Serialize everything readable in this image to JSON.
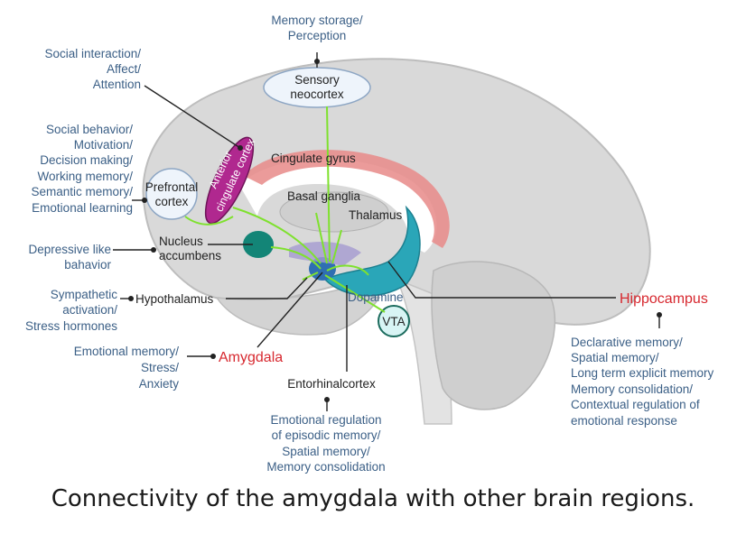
{
  "caption": "Connectivity of the amygdala with other brain regions.",
  "regions": {
    "sensory_neocortex": [
      "Sensory",
      "neocortex"
    ],
    "prefrontal_cortex": [
      "Prefrontal",
      "cortex"
    ],
    "anterior_cingulate_cortex": [
      "Anterior",
      "cingulate cortex"
    ],
    "cingulate_gyrus": "Cingulate gyrus",
    "basal_ganglia": "Basal ganglia",
    "thalamus": "Thalamus",
    "nucleus_accumbens": [
      "Nucleus",
      "accumbens"
    ],
    "hypothalamus": "Hypothalamus",
    "amygdala": "Amygdala",
    "dopamine": "Dopamine",
    "vta": "VTA",
    "entorhinal_cortex": "Entorhinalcortex",
    "hippocampus": "Hippocampus"
  },
  "functions": {
    "sensory_neocortex": [
      "Memory storage/",
      "Perception"
    ],
    "anterior_cingulate": [
      "Social interaction/",
      "Affect/",
      "Attention"
    ],
    "prefrontal": [
      "Social behavior/",
      "Motivation/",
      "Decision making/",
      "Working memory/",
      "Semantic memory/",
      "Emotional learning"
    ],
    "nucleus_accumbens": [
      "Depressive like",
      "bahavior"
    ],
    "hypothalamus": [
      "Sympathetic",
      "activation/",
      "Stress hormones"
    ],
    "amygdala": [
      "Emotional memory/",
      "Stress/",
      "Anxiety"
    ],
    "entorhinal": [
      "Emotional regulation",
      "of episodic memory/",
      "Spatial memory/",
      "Memory consolidation"
    ],
    "hippocampus": [
      "Declarative memory/",
      "Spatial memory/",
      "Long term explicit memory",
      "Memory consolidation/",
      "Contextual regulation of",
      "emotional response"
    ]
  },
  "colors": {
    "function_text": "#3b5f86",
    "highlight_red": "#d7282f",
    "connection_green": "#7fe12e",
    "acc_magenta": "#b0288f",
    "hippocampus_teal": "#2aa6b8",
    "nucleus_teal": "#138577",
    "cingulate_pink": "#e88a88"
  }
}
